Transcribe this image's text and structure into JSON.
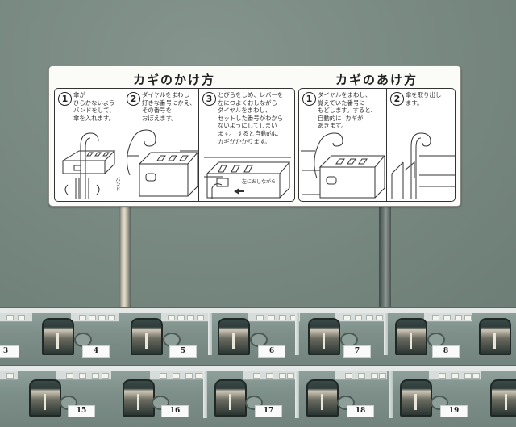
{
  "sign": {
    "lock_section": {
      "title": "カギのかけ方",
      "steps": [
        {
          "num": "1",
          "text": "傘が\nひらかないよう\nバンドをして、\n傘を入れます。",
          "side_label": "バンド"
        },
        {
          "num": "2",
          "text": "ダイヤルをまわし\n好きな番号にかえ、\nその番号を\nおぼえます。"
        },
        {
          "num": "3",
          "text": "とびらをしめ、レバーを\n左につよくおしながら\nダイヤルをまわし、\nセットした番号がわから\nないようにしてしまい\nます。 すると自動的に\nカギがかかります。",
          "arrow_label": "左におしながら"
        }
      ]
    },
    "unlock_section": {
      "title": "カギのあけ方",
      "steps": [
        {
          "num": "1",
          "text": "ダイヤルをまわし、\n覚えていた番号に\nもどします。すると、\n自動的に  カギが\nあきます。"
        },
        {
          "num": "2",
          "text": "傘を取り出し\nます。"
        }
      ]
    }
  },
  "racks": [
    {
      "row": "upper",
      "numbers": [
        "3",
        "4",
        "5",
        "6",
        "7",
        "8"
      ]
    },
    {
      "row": "lower",
      "numbers": [
        "15",
        "16",
        "17",
        "18",
        "19"
      ]
    }
  ],
  "colors": {
    "wall": "#7a8b84",
    "sign_bg": "#fbfbf8",
    "rack": "#7e8f89",
    "plate": "#fafafa"
  }
}
